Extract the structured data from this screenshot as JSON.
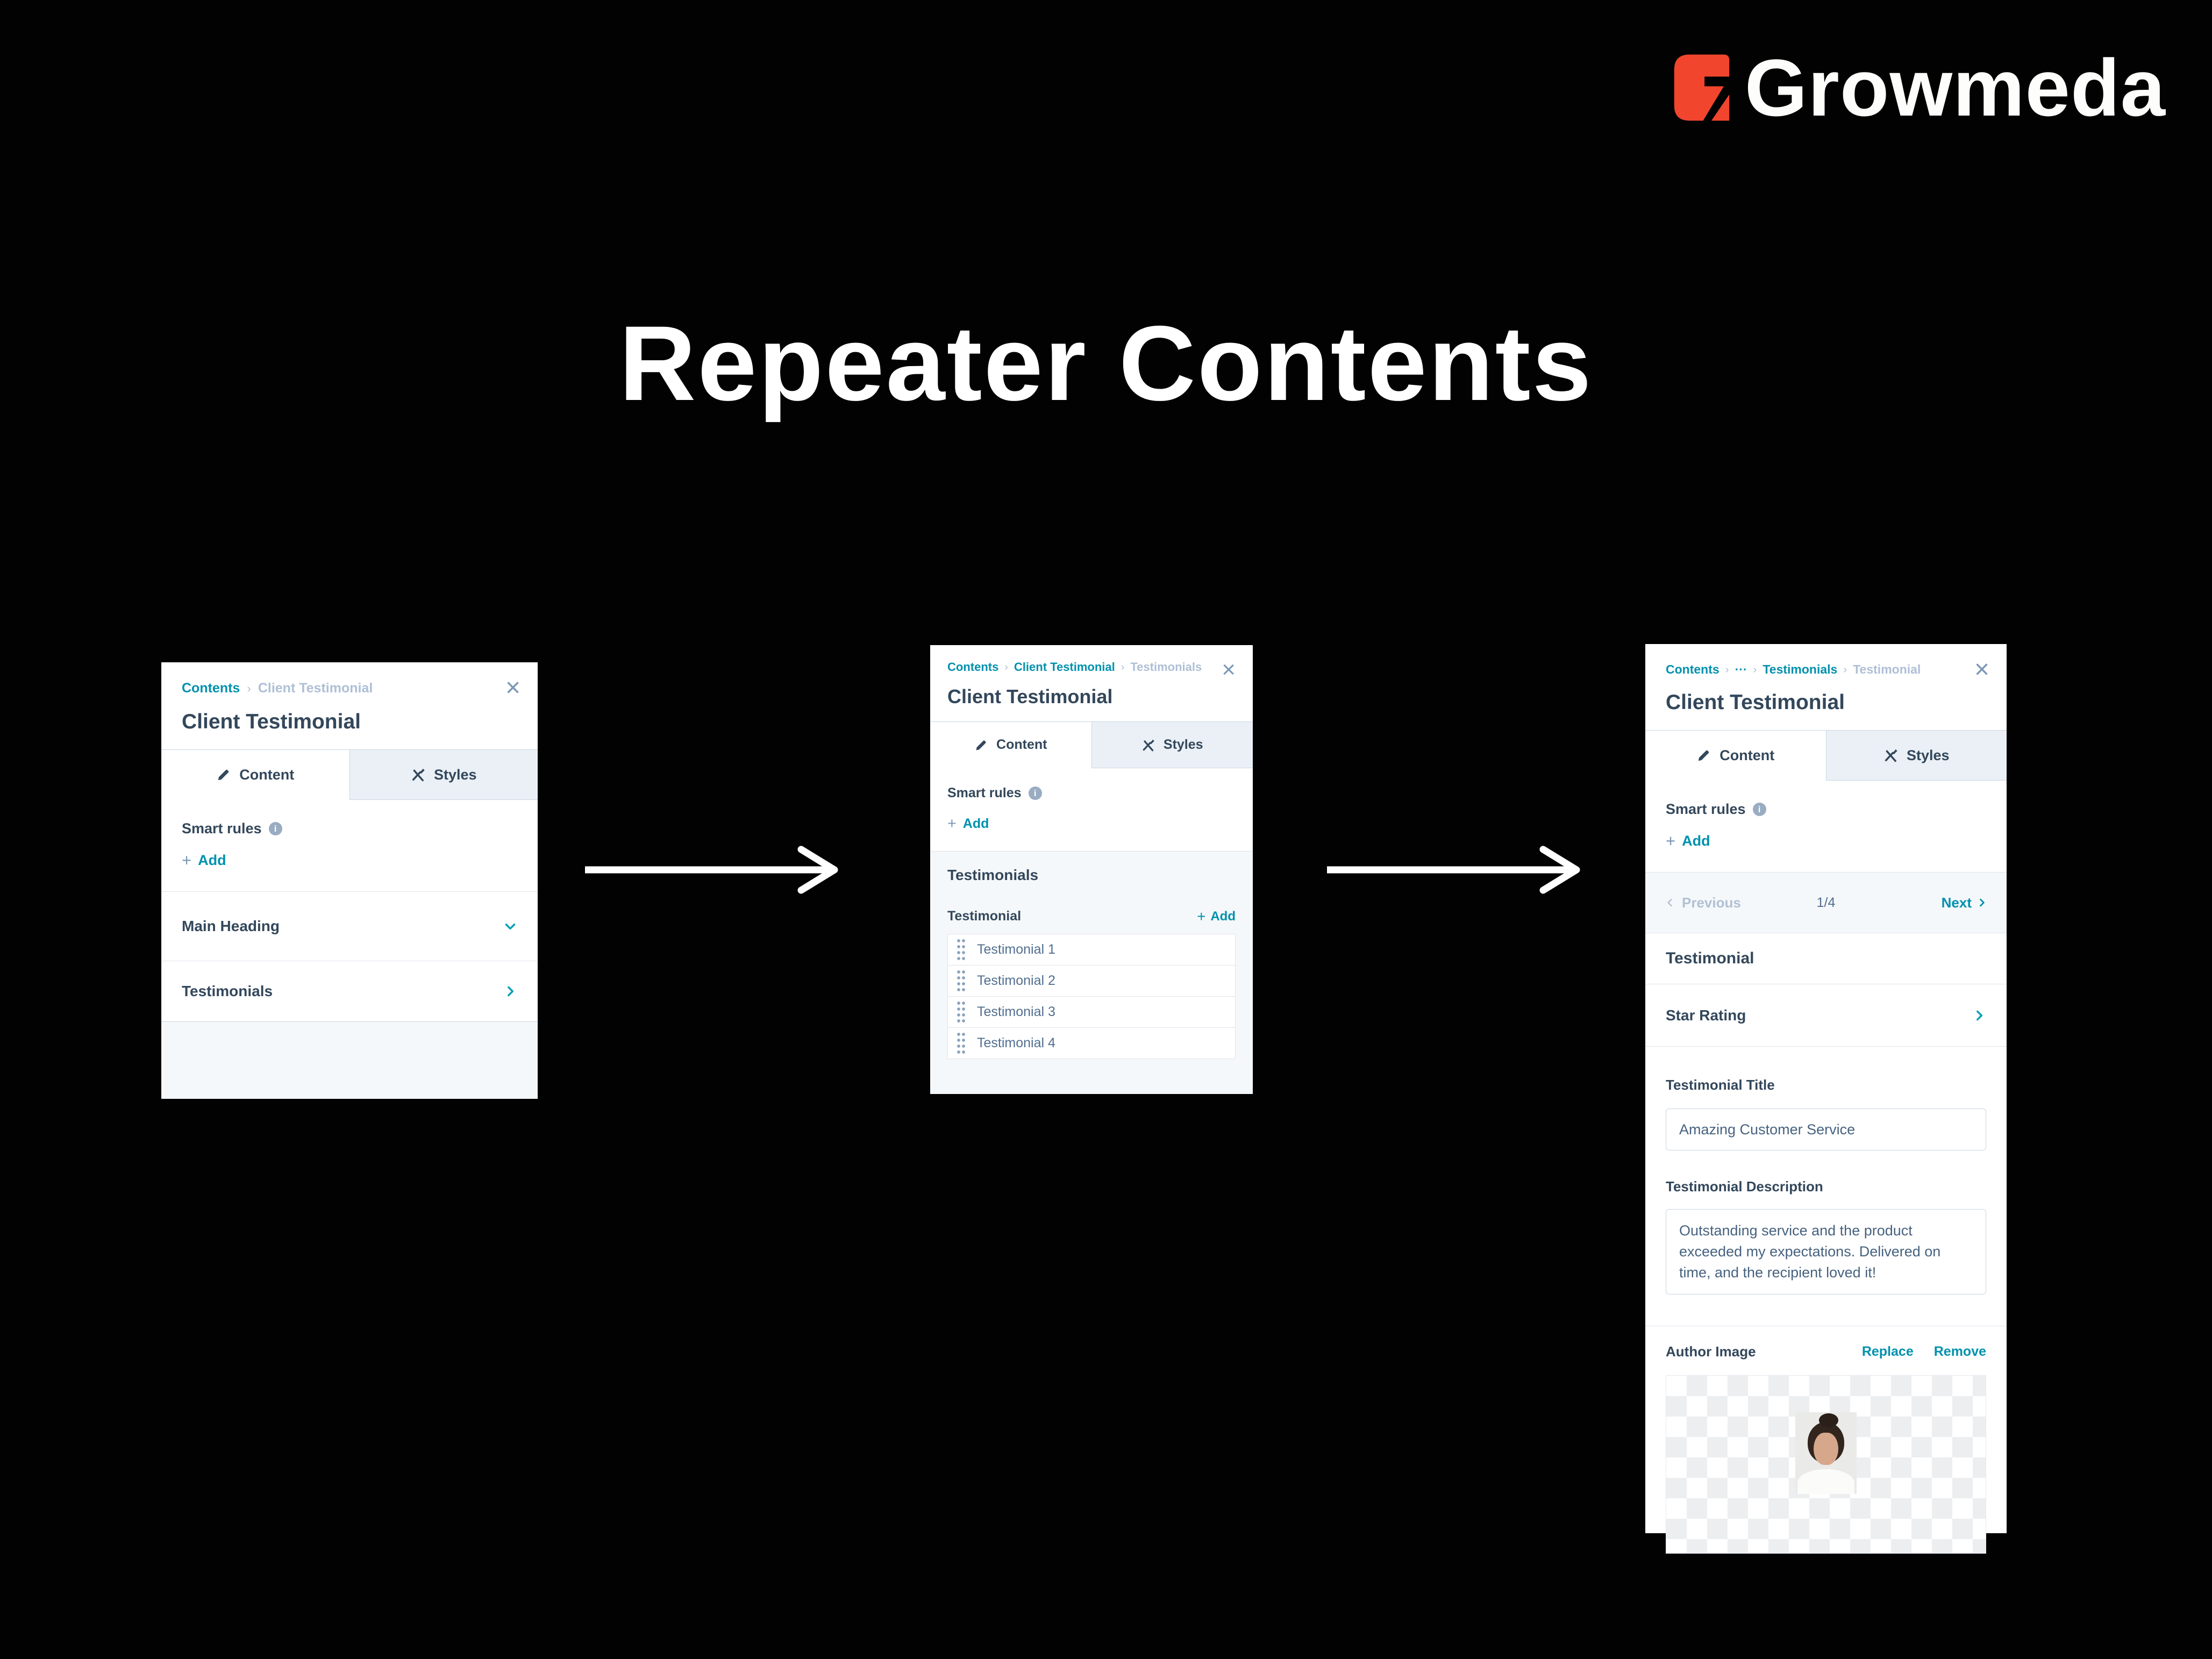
{
  "logo": {
    "text": "Growmeda",
    "mark_color": "#f2452e"
  },
  "title": "Repeater Contents",
  "icons": {
    "plus": "+",
    "close": "×",
    "crumb_sep": "›"
  },
  "panels": [
    {
      "crumbs": [
        "Contents",
        "Client Testimonial"
      ],
      "title": "Client Testimonial",
      "tabs": {
        "content": "Content",
        "styles": "Styles"
      },
      "smart_rules_label": "Smart rules",
      "add_label": "Add",
      "rows": [
        {
          "label": "Main Heading"
        },
        {
          "label": "Testimonials"
        }
      ]
    },
    {
      "crumbs": [
        "Contents",
        "Client Testimonial",
        "Testimonials"
      ],
      "title": "Client Testimonial",
      "tabs": {
        "content": "Content",
        "styles": "Styles"
      },
      "smart_rules_label": "Smart rules",
      "add_label": "Add",
      "section_title": "Testimonials",
      "repeater": {
        "label": "Testimonial",
        "add_label": "Add",
        "items": [
          "Testimonial 1",
          "Testimonial 2",
          "Testimonial 3",
          "Testimonial 4"
        ]
      }
    },
    {
      "crumbs": [
        "Contents",
        "···",
        "Testimonials",
        "Testimonial"
      ],
      "title": "Client Testimonial",
      "tabs": {
        "content": "Content",
        "styles": "Styles"
      },
      "smart_rules_label": "Smart rules",
      "add_label": "Add",
      "pager": {
        "previous": "Previous",
        "counter": "1/4",
        "next": "Next"
      },
      "section_title": "Testimonial",
      "star_rating_label": "Star Rating",
      "fields": {
        "title_label": "Testimonial Title",
        "title_value": "Amazing Customer Service",
        "description_label": "Testimonial Description",
        "description_value": "Outstanding service and the product exceeded my expectations. Delivered on time, and the recipient loved it!",
        "image_label": "Author Image",
        "replace_label": "Replace",
        "remove_label": "Remove"
      }
    }
  ]
}
